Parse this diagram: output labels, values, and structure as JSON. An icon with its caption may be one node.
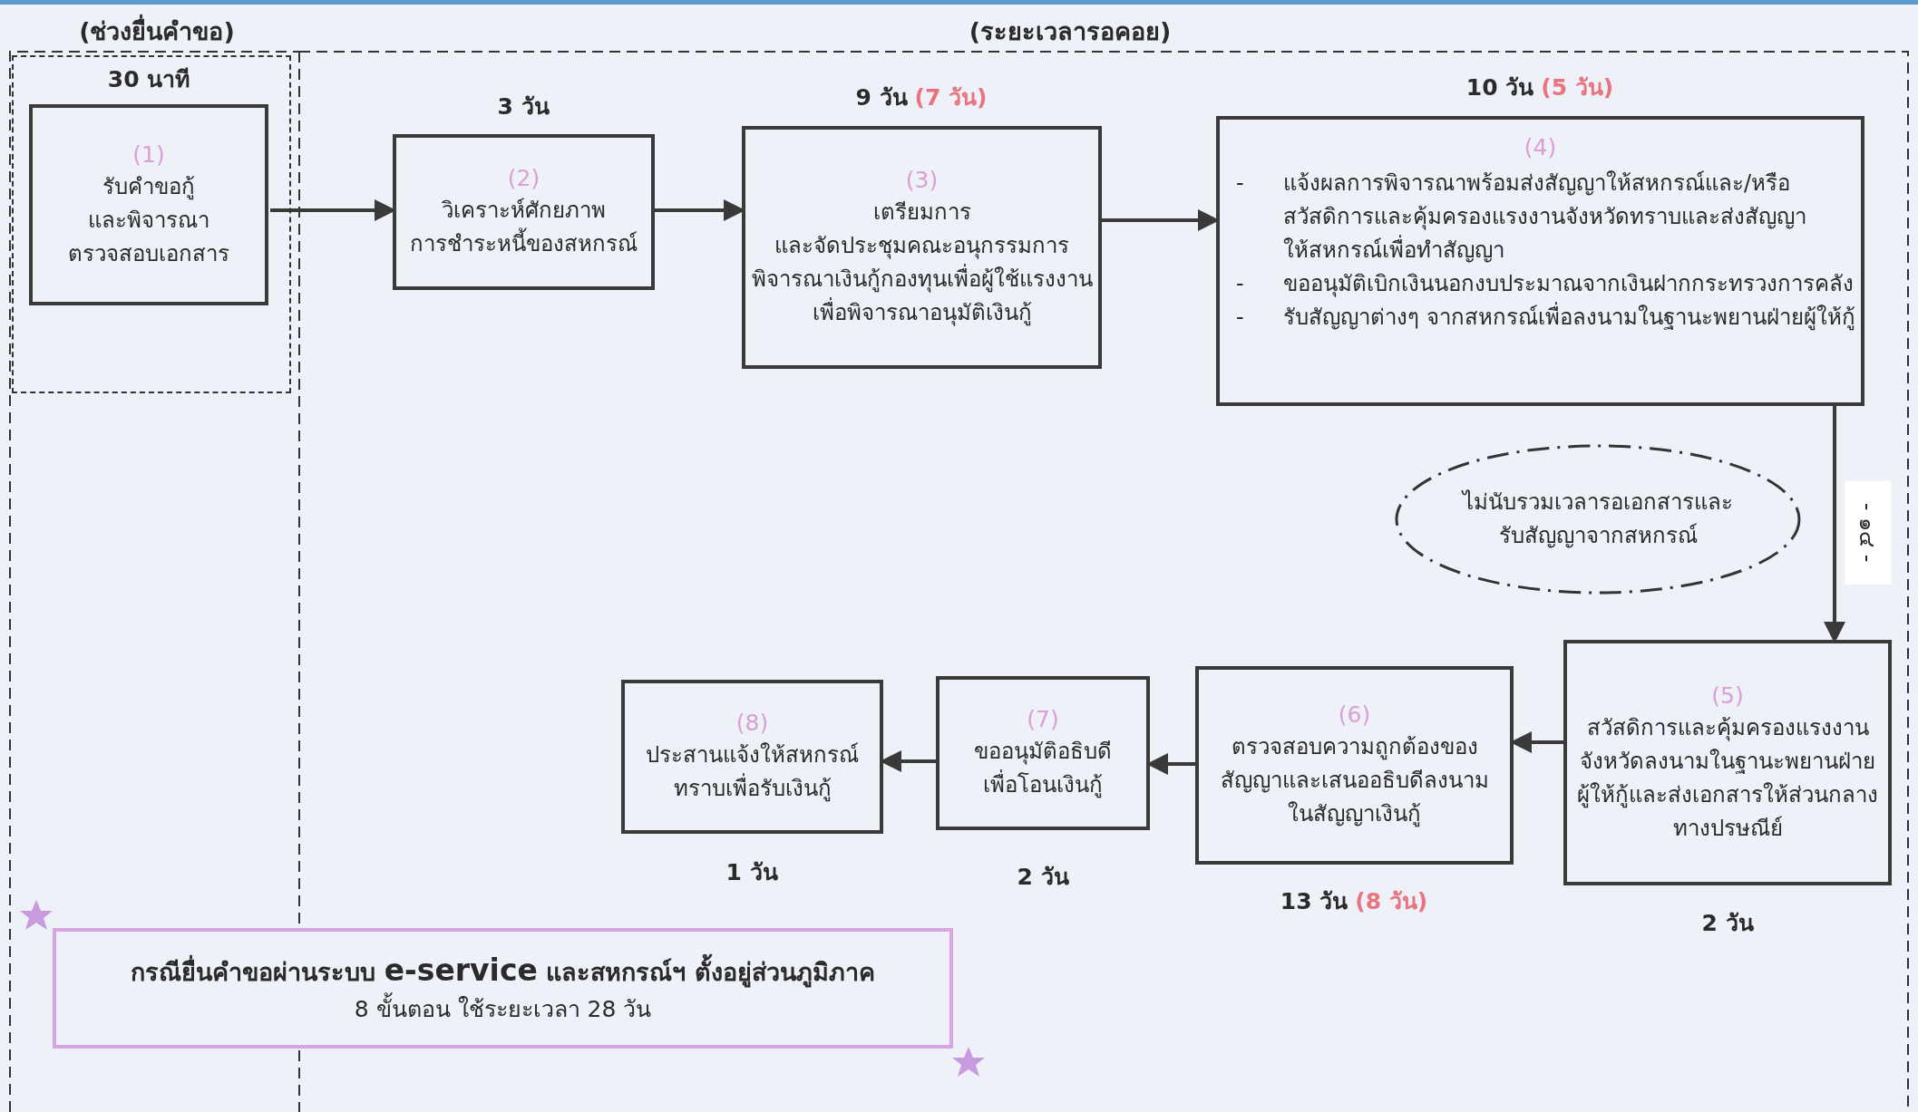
{
  "diagram": {
    "nodes": [
      {
        "text": [],
        "shape": "box"
      },
      {
        "text": [
          "(1)",
          "รับคำขอกู้ และพิจารณา ตรวจสอบเอกสาร"
        ],
        "beside": [
          "30 นาที"
        ],
        "in": 0
      },
      {
        "text": [
          "(2)",
          "วิเคราะห์ศักยภาพ การชำระหนี้ของสหกรณ์"
        ],
        "beside": [
          "3 วัน"
        ]
      },
      {
        "text": [
          "(3)",
          "เตรียมการ และจัดประชุมคณะอนุกรรมการ พิจารณาเงินกู้กองทุนเพื่อผู้ใช้แรงงาน เพื่อพิจารณาอนุมัติเงินกู้"
        ],
        "beside": [
          "9 วัน",
          "(7 วัน)"
        ]
      },
      {
        "text": [
          "(4)",
          "-",
          "แจ้งผลการพิจารณาพร้อมส่งสัญญาให้สหกรณ์และ/หรือ สวัสดิการและคุ้มครองแรงงานจังหวัดทราบและส่งสัญญา ให้สหกรณ์เพื่อทำสัญญา",
          "-",
          "ขออนุมัติเบิกเงินนอกงบประมาณจากเงินฝากกระทรวงการคลัง",
          "-",
          "รับสัญญาต่างๆ จากสหกรณ์เพื่อลงนามในฐานะพยานฝ่ายผู้ให้กู้"
        ],
        "beside": [
          "10 วัน",
          "(5 วัน)"
        ]
      },
      {
        "text": [
          "ไม่นับรวมเวลารอเอกสารและ รับสัญญาจากสหกรณ์"
        ]
      },
      {
        "text": [
          "(5)",
          "สวัสดิการและคุ้มครองแรงงาน จังหวัดลงนามในฐานะพยานฝ่าย ผู้ให้กู้และส่งเอกสารให้ส่วนกลาง ทางปรษณีย์"
        ],
        "beside": [
          "2 วัน"
        ]
      },
      {
        "text": [
          "(6)",
          "ตรวจสอบความถูกต้องของ สัญญาและเสนออธิบดีลงนาม ในสัญญาเงินกู้"
        ],
        "beside": [
          "13 วัน",
          "(8 วัน)"
        ]
      },
      {
        "text": [
          "(7)",
          "ขออนุมัติอธิบดี เพื่อโอนเงินกู้"
        ],
        "beside": [
          "2 วัน"
        ]
      },
      {
        "text": [
          "(8)",
          "ประสานแจ้งให้สหกรณ์ ทราบเพื่อรับเงินกู้"
        ],
        "beside": [
          "1 วัน"
        ]
      },
      {
        "text": [
          "กรณียื่นคำขอผ่านระบบ **e-service** และสหกรณ์ฯ ตั้งอยู่ส่วนภูมิภาค",
          "8 ขั้นตอน ใช้ระยะเวลา 28 วัน"
        ]
      }
    ],
    "edges": [
      {
        "from": 1,
        "to": 2,
        "arrow": "to"
      },
      {
        "from": 2,
        "to": 3,
        "arrow": "to"
      },
      {
        "from": 3,
        "to": 4,
        "arrow": "to"
      },
      {
        "from": 4,
        "to": 6,
        "arrow": "to"
      },
      {
        "from": 6,
        "to": 7,
        "arrow": "to"
      },
      {
        "from": 7,
        "to": 8,
        "arrow": "to"
      },
      {
        "from": 8,
        "to": 9,
        "arrow": "to"
      }
    ],
    "labels": [
      "(ช่วงยื่นคำขอ)",
      "(ระยะเวลารอคอย)",
      "- ๑๔ -"
    ]
  }
}
